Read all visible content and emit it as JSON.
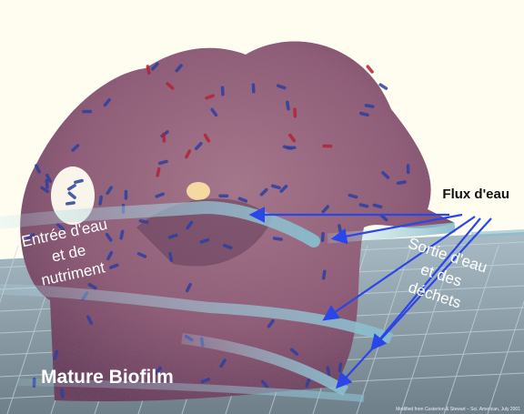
{
  "labels": {
    "flux": "Flux d'eau",
    "entree": [
      "Entrée d'eau",
      "et de",
      "nutriment"
    ],
    "sortie": [
      "Sortie d'eau",
      "et des",
      "déchets"
    ],
    "mature": "Mature Biofilm",
    "credit": "Modified from Costerton & Stewart – Sci. American, July 2001"
  },
  "colors": {
    "background": "#fffdf0",
    "biofilm": "#8b5a72",
    "stream": "#88bccc",
    "arrow": "#2a45e8",
    "cell_blue": "#2b3fa0",
    "cell_red": "#b0233a"
  }
}
